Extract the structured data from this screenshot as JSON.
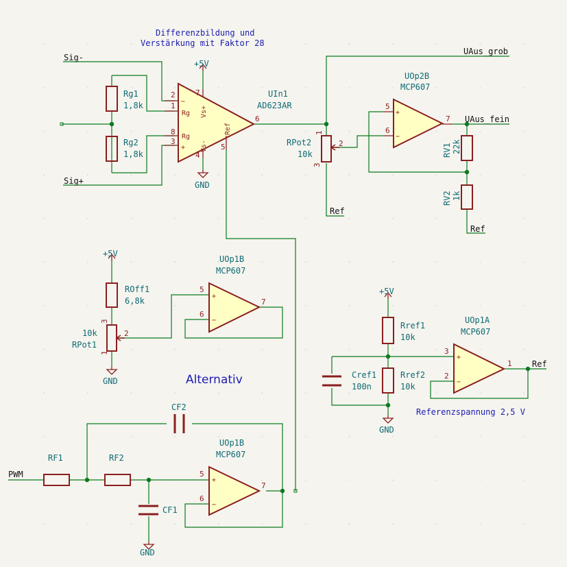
{
  "notes": {
    "title_line1": "Differenzbildung und",
    "title_line2": "Verstärkung mit Faktor 28",
    "alternativ": "Alternativ",
    "ref_note": "Referenzspannung 2,5 V"
  },
  "nets": {
    "sig_minus": "Sig-",
    "sig_plus": "Sig+",
    "uaus_grob": "UAus_grob",
    "uaus_fein": "UAus_fein",
    "ref": "Ref",
    "ref2": "Ref",
    "ref3": "Ref",
    "pwm": "PWM",
    "vcc1": "+5V",
    "vcc2": "+5V",
    "vcc3": "+5V",
    "gnd1": "GND",
    "gnd2": "GND",
    "gnd3": "GND",
    "gnd4": "GND"
  },
  "components": {
    "uin1": {
      "ref": "UIn1",
      "value": "AD623AR",
      "p_vsp": "Vs+",
      "p_vsm": "Vs-",
      "p_ref": "Ref",
      "p_rg1": "Rg",
      "p_rg2": "Rg",
      "p_minus": "−",
      "p_plus": "+"
    },
    "rg1": {
      "ref": "Rg1",
      "value": "1,8k"
    },
    "rg2": {
      "ref": "Rg2",
      "value": "1,8k"
    },
    "rpot2": {
      "ref": "RPot2",
      "value": "10k"
    },
    "uop2b": {
      "ref": "UOp2B",
      "value": "MCP607"
    },
    "rv1": {
      "ref": "RV1",
      "value": "22k"
    },
    "rv2": {
      "ref": "RV2",
      "value": "1k"
    },
    "roff1": {
      "ref": "ROff1",
      "value": "6,8k"
    },
    "rpot1": {
      "ref": "RPot1",
      "value": "10k"
    },
    "uop1b_a": {
      "ref": "UOp1B",
      "value": "MCP607"
    },
    "uop1b_b": {
      "ref": "UOp1B",
      "value": "MCP607"
    },
    "uop1a": {
      "ref": "UOp1A",
      "value": "MCP607"
    },
    "rref1": {
      "ref": "Rref1",
      "value": "10k"
    },
    "rref2": {
      "ref": "Rref2",
      "value": "10k"
    },
    "cref1": {
      "ref": "Cref1",
      "value": "100n"
    },
    "rf1": {
      "ref": "RF1"
    },
    "rf2": {
      "ref": "RF2"
    },
    "cf1": {
      "ref": "CF1"
    },
    "cf2": {
      "ref": "CF2"
    }
  },
  "pins": {
    "uin1": [
      "2",
      "1",
      "8",
      "3",
      "7",
      "4",
      "5",
      "6"
    ],
    "uop2b": [
      "5",
      "6",
      "7"
    ],
    "rpot2": [
      "1",
      "2",
      "3"
    ],
    "uop1b_a": [
      "5",
      "6",
      "7"
    ],
    "rpot1": [
      "3",
      "2",
      "1"
    ],
    "uop1a": [
      "3",
      "2",
      "1"
    ],
    "uop1b_b": [
      "5",
      "6",
      "7"
    ]
  },
  "colors": {
    "wire": "#0b7a1e",
    "component": "#8a1e1e",
    "body_fill": "#ffffc4",
    "ref_text": "#0e6a73",
    "note_text": "#1b1bb0",
    "background": "#f5f4ef"
  }
}
